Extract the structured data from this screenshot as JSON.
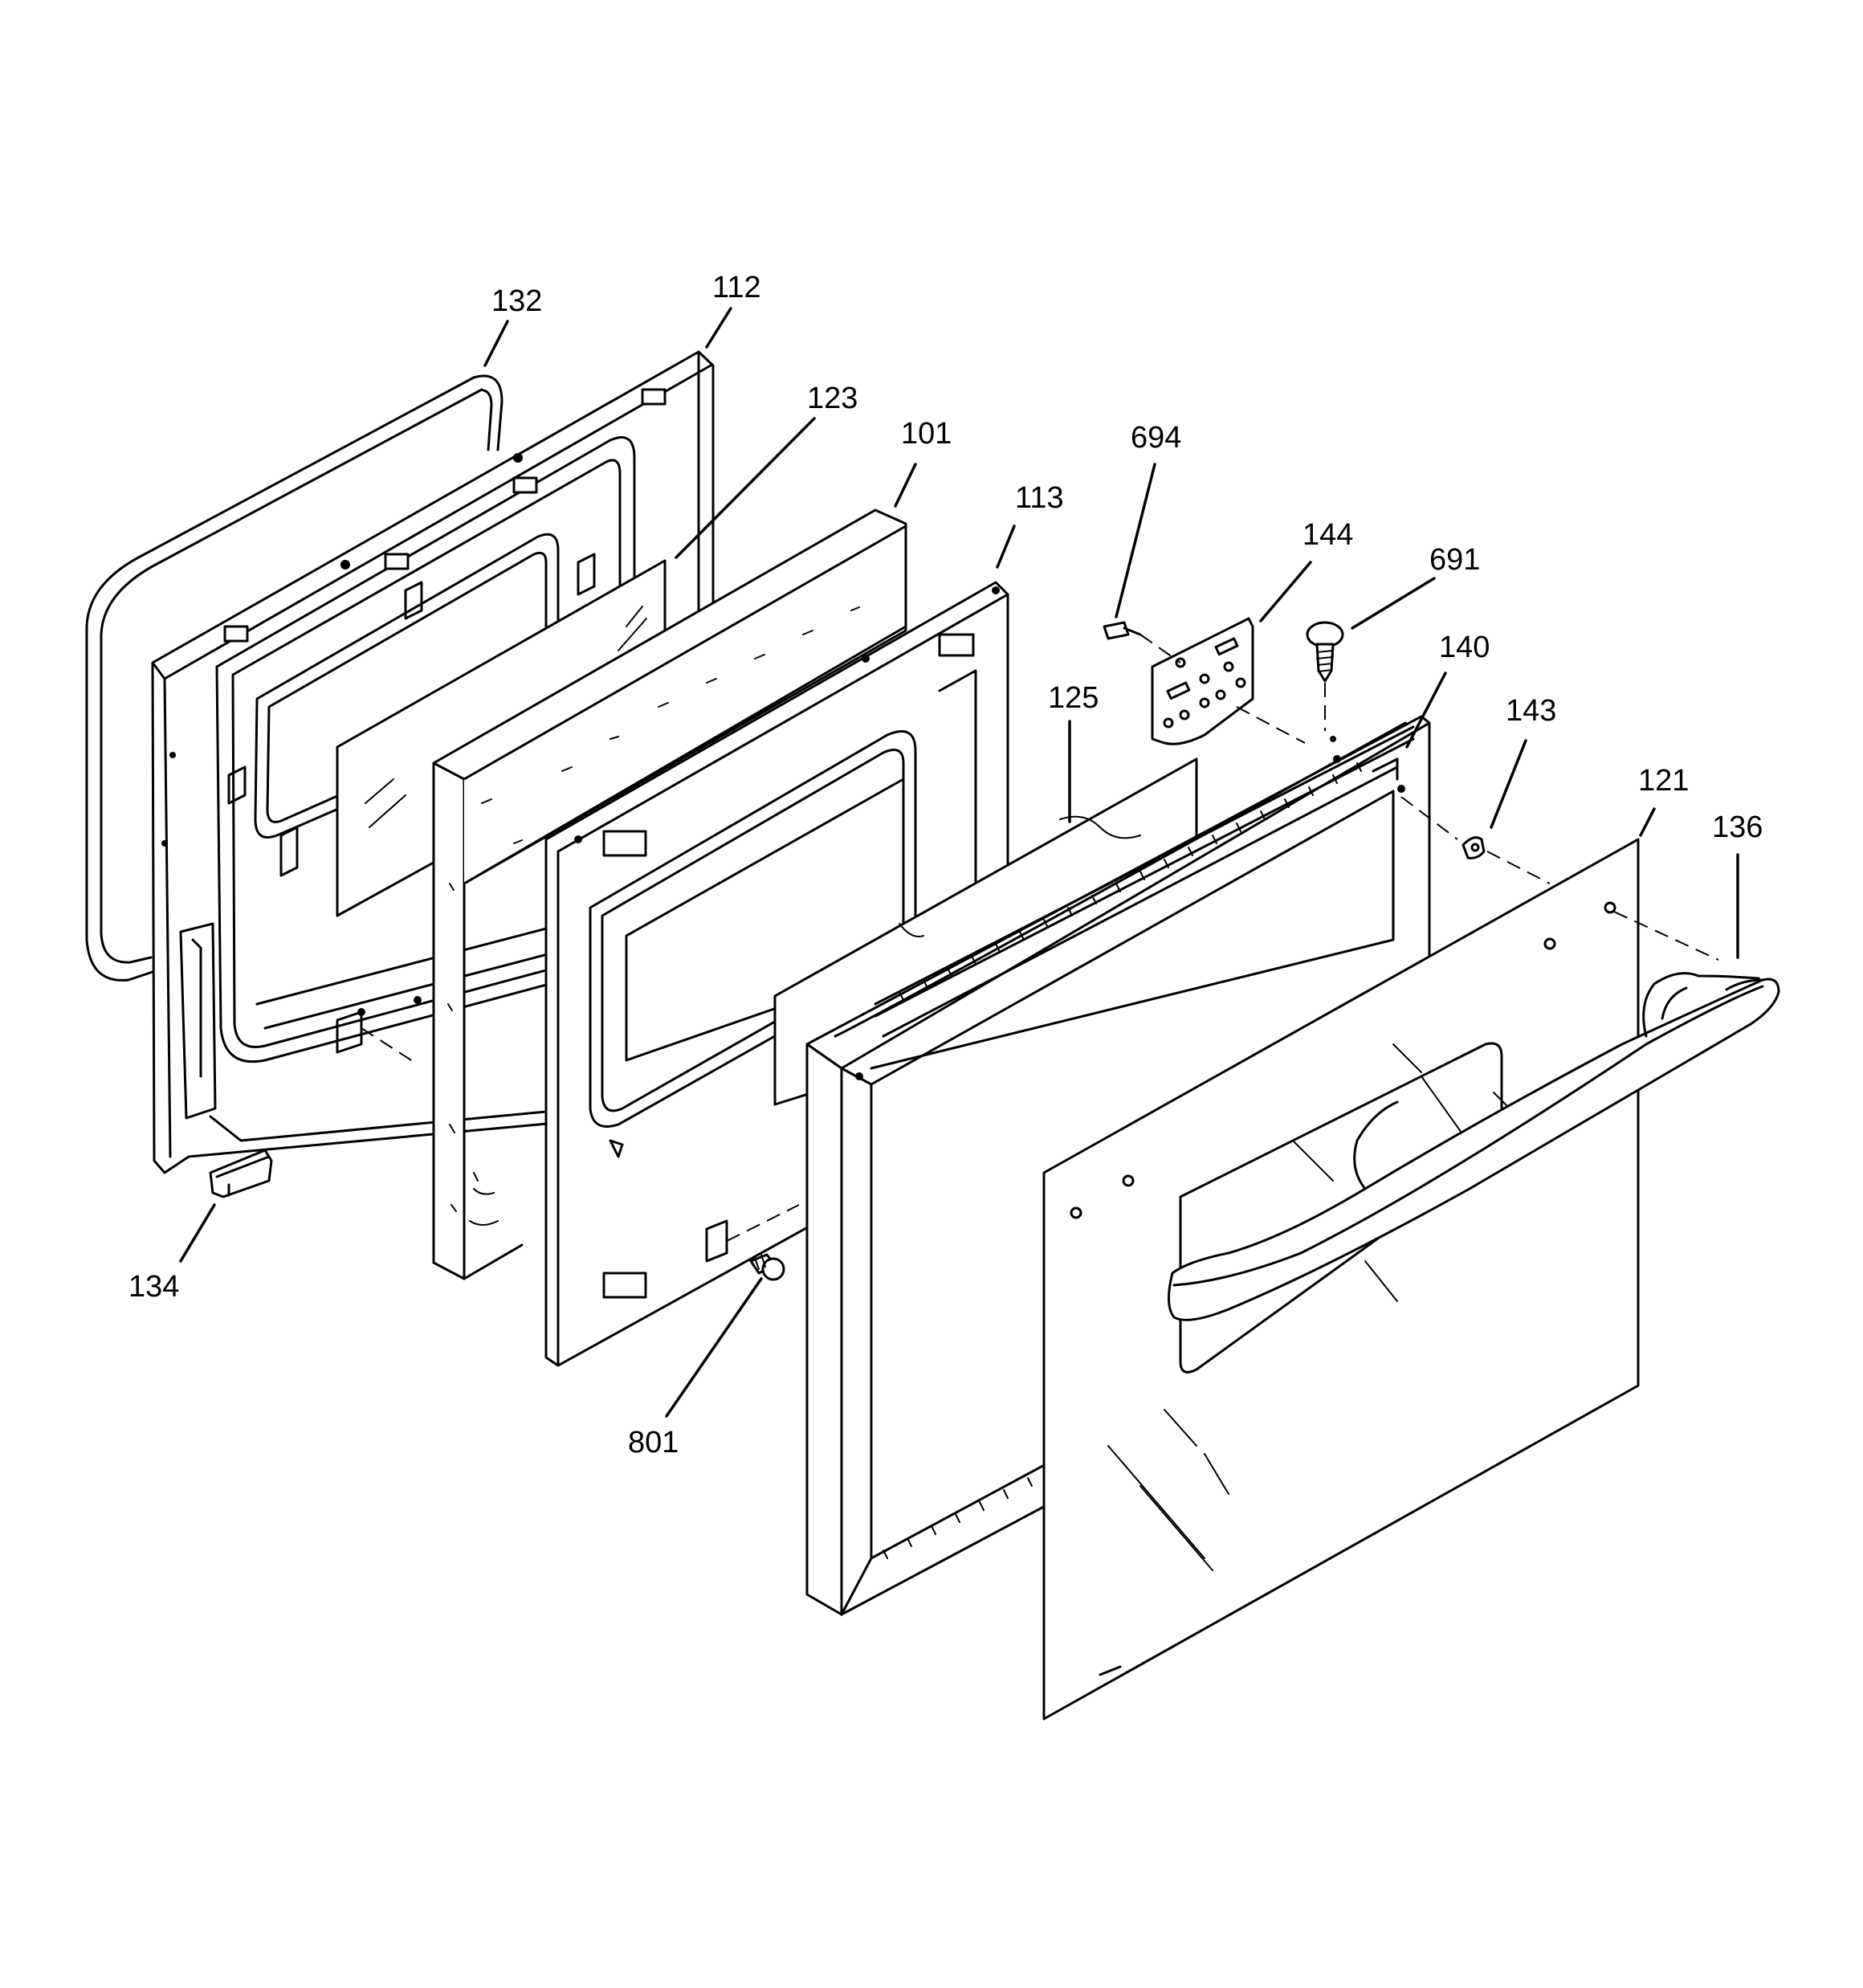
{
  "diagram": {
    "type": "exploded-parts-diagram",
    "labels": [
      {
        "id": "label-132",
        "text": "132"
      },
      {
        "id": "label-112",
        "text": "112"
      },
      {
        "id": "label-123",
        "text": "123"
      },
      {
        "id": "label-101",
        "text": "101"
      },
      {
        "id": "label-113",
        "text": "113"
      },
      {
        "id": "label-694",
        "text": "694"
      },
      {
        "id": "label-144",
        "text": "144"
      },
      {
        "id": "label-691",
        "text": "691"
      },
      {
        "id": "label-140",
        "text": "140"
      },
      {
        "id": "label-125",
        "text": "125"
      },
      {
        "id": "label-143",
        "text": "143"
      },
      {
        "id": "label-121",
        "text": "121"
      },
      {
        "id": "label-136",
        "text": "136"
      },
      {
        "id": "label-134",
        "text": "134"
      },
      {
        "id": "label-801",
        "text": "801"
      }
    ]
  }
}
